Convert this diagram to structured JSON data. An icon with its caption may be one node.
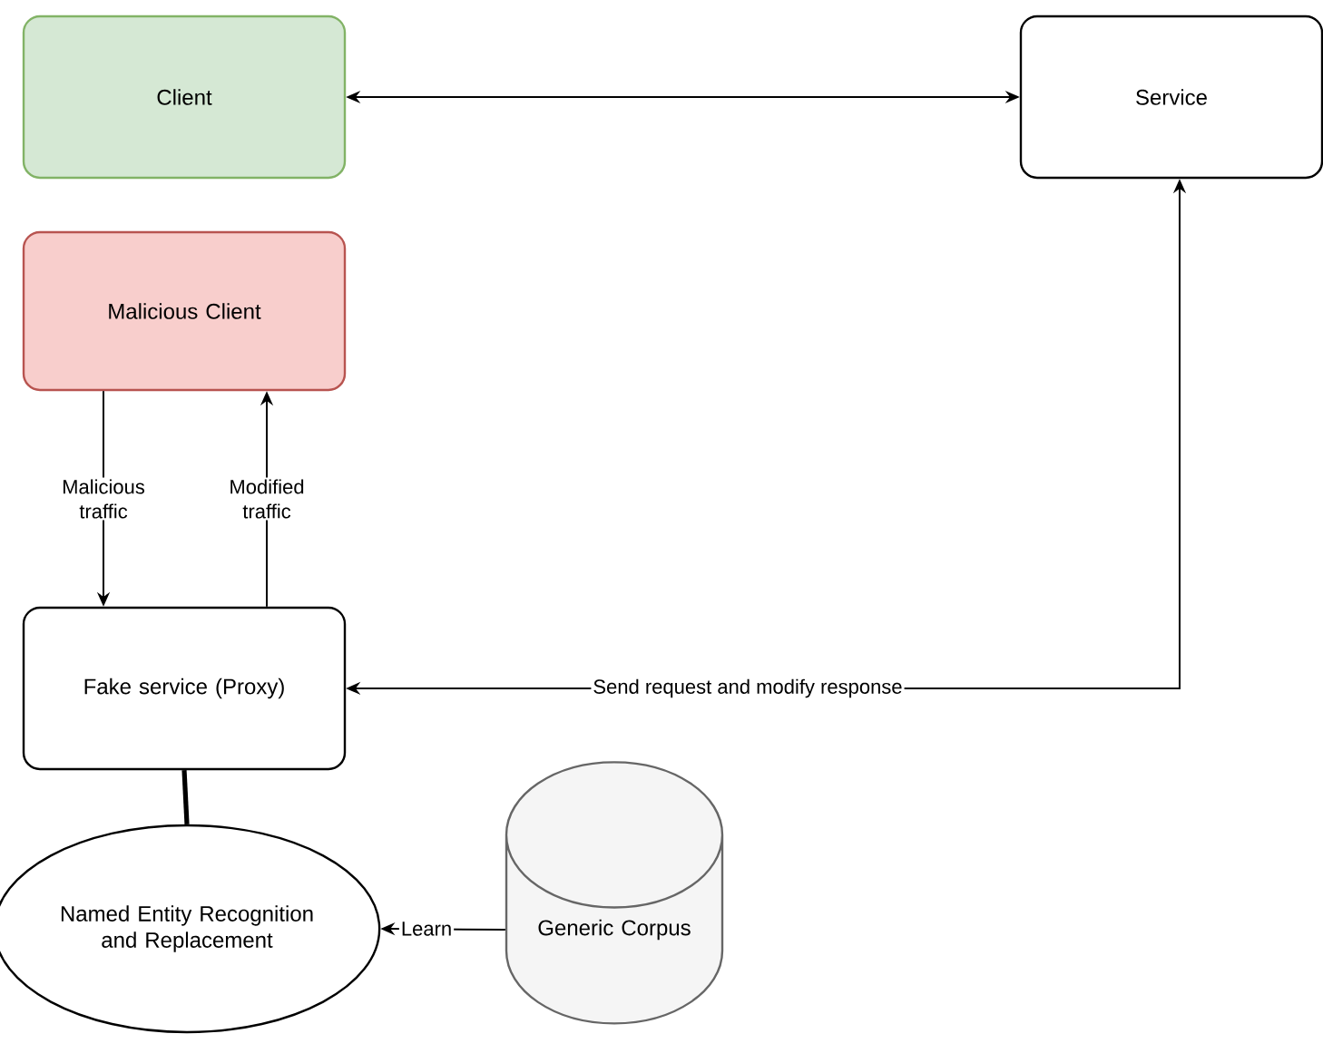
{
  "diagram": {
    "nodes": [
      {
        "text": [
          "Client"
        ]
      },
      {
        "text": [
          "Service"
        ]
      },
      {
        "text": [
          "Malicious Client"
        ]
      },
      {
        "text": [
          "Fake service (Proxy)"
        ]
      },
      {
        "text": [
          "Named Entity Recognition and Replacement"
        ]
      },
      {
        "text": [
          "Generic Corpus"
        ]
      }
    ],
    "edges": [
      {
        "from": 0,
        "to": 1,
        "arrow": "both"
      },
      {
        "from": 2,
        "to": 3,
        "arrow": "to",
        "label": "Malicious traffic"
      },
      {
        "from": 3,
        "to": 2,
        "arrow": "to",
        "label": "Modified traffic"
      },
      {
        "from": 1,
        "to": 3,
        "arrow": "both",
        "label": "Send request and modify response"
      },
      {
        "from": 3,
        "to": 4,
        "arrow": "none",
        "style": "thick"
      },
      {
        "from": 5,
        "to": 4,
        "arrow": "to",
        "label": "Learn"
      }
    ]
  }
}
